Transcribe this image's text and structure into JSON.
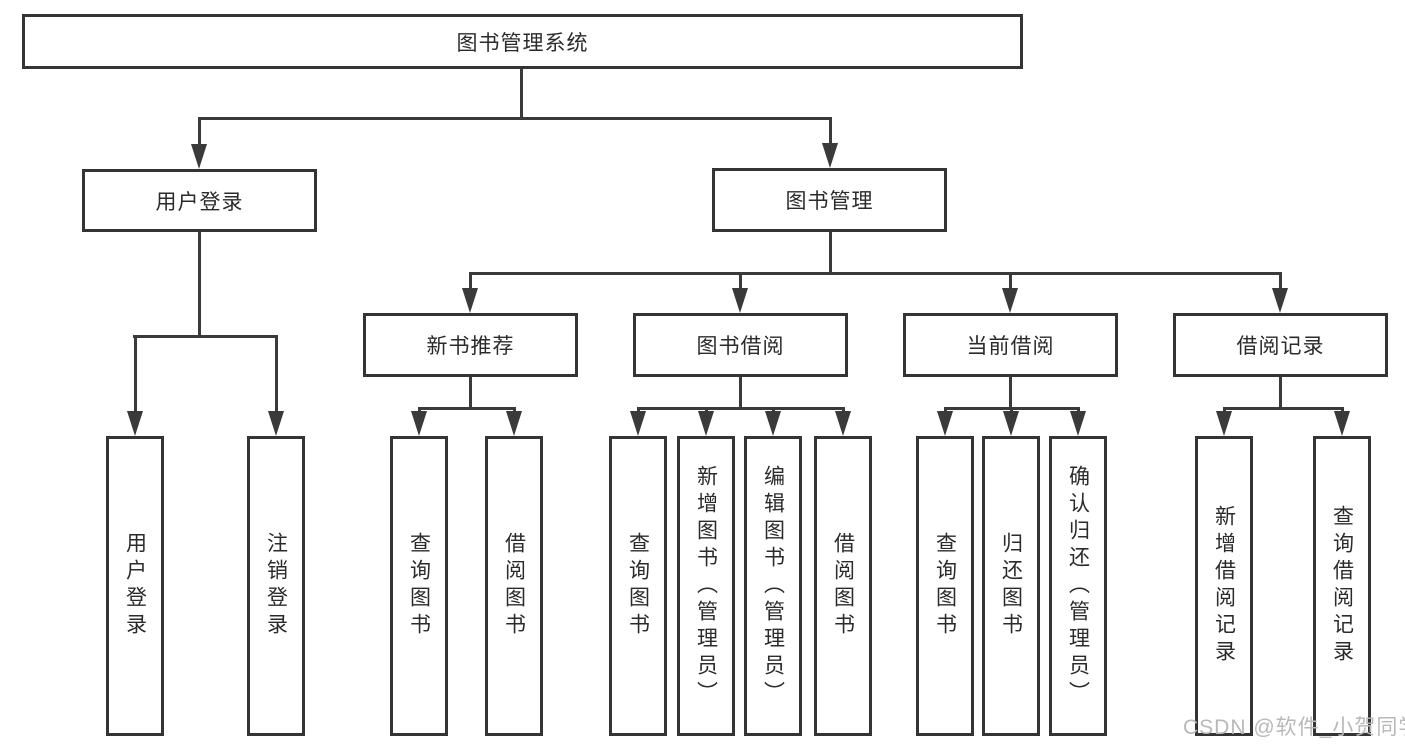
{
  "tree": {
    "root": {
      "label": "图书管理系统"
    },
    "branches": [
      {
        "label": "用户登录",
        "children": [
          {
            "label": "用户登录"
          },
          {
            "label": "注销登录"
          }
        ]
      },
      {
        "label": "图书管理",
        "children": [
          {
            "label": "新书推荐",
            "children": [
              {
                "label": "查询图书"
              },
              {
                "label": "借阅图书"
              }
            ]
          },
          {
            "label": "图书借阅",
            "children": [
              {
                "label": "查询图书"
              },
              {
                "label": "新增图书（管理员）"
              },
              {
                "label": "编辑图书（管理员）"
              },
              {
                "label": "借阅图书"
              }
            ]
          },
          {
            "label": "当前借阅",
            "children": [
              {
                "label": "查询图书"
              },
              {
                "label": "归还图书"
              },
              {
                "label": "确认归还（管理员）"
              }
            ]
          },
          {
            "label": "借阅记录",
            "children": [
              {
                "label": "新增借阅记录"
              },
              {
                "label": "查询借阅记录"
              }
            ]
          }
        ]
      }
    ]
  },
  "watermark": {
    "text": "CSDN @软件_小贺同学"
  },
  "colors": {
    "line": "#3a3a3a",
    "border": "#343434",
    "text": "#2b2b2b",
    "watermark": "#b9b9b9",
    "background": "#ffffff"
  }
}
